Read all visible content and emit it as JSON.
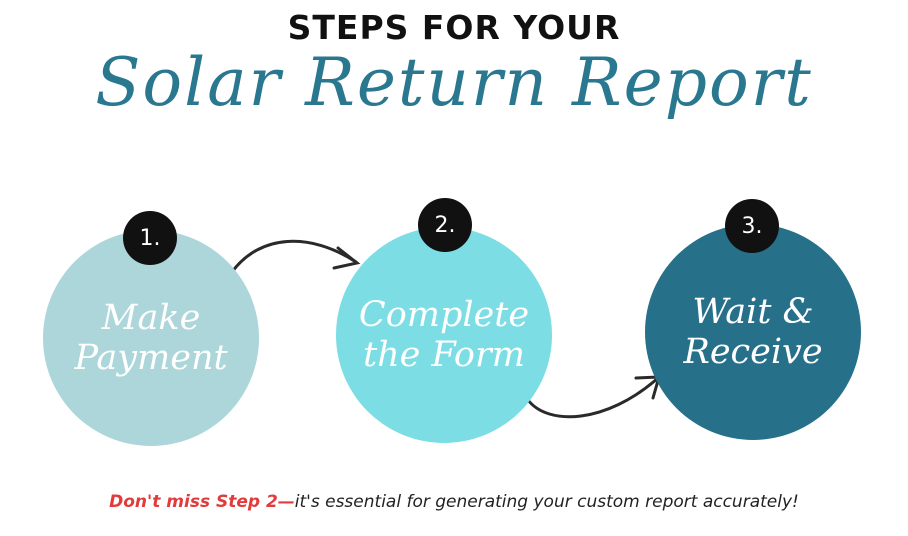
{
  "header": {
    "title_line1": "STEPS FOR YOUR",
    "title_line2": "Solar Return Report"
  },
  "steps": [
    {
      "number": "1.",
      "label": "Make\nPayment",
      "color": "#acd6d9"
    },
    {
      "number": "2.",
      "label": "Complete\nthe Form",
      "color": "#7cdde4"
    },
    {
      "number": "3.",
      "label": "Wait &\nReceive",
      "color": "#277089"
    }
  ],
  "footer": {
    "highlight": "Don't miss Step 2—",
    "text": "it's essential for generating your custom report accurately!"
  },
  "colors": {
    "accent": "#2a7790",
    "highlight": "#e23b3b",
    "badge": "#111111"
  }
}
